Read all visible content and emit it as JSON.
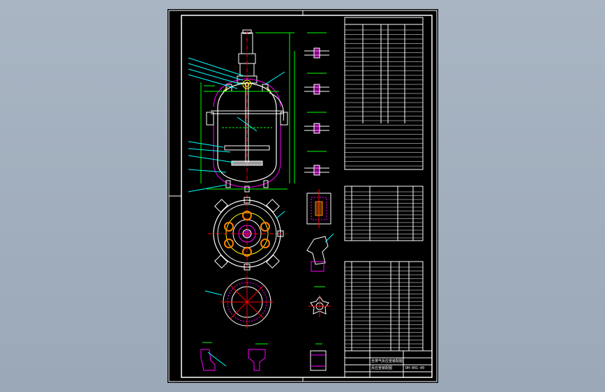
{
  "drawing": {
    "background": "#000000",
    "frame_color": "#ffffff",
    "title_block": {
      "name_line1": "全排气反应釜装配图",
      "name_line2": "反应釜装配图",
      "drawing_no": "DH-001-00"
    },
    "colors": {
      "outline": "#ffffff",
      "dimension": "#00ff00",
      "centerline": "#ff0000",
      "hidden": "#ffff00",
      "section": "#ff00ff",
      "nozzle": "#00ffff"
    }
  }
}
